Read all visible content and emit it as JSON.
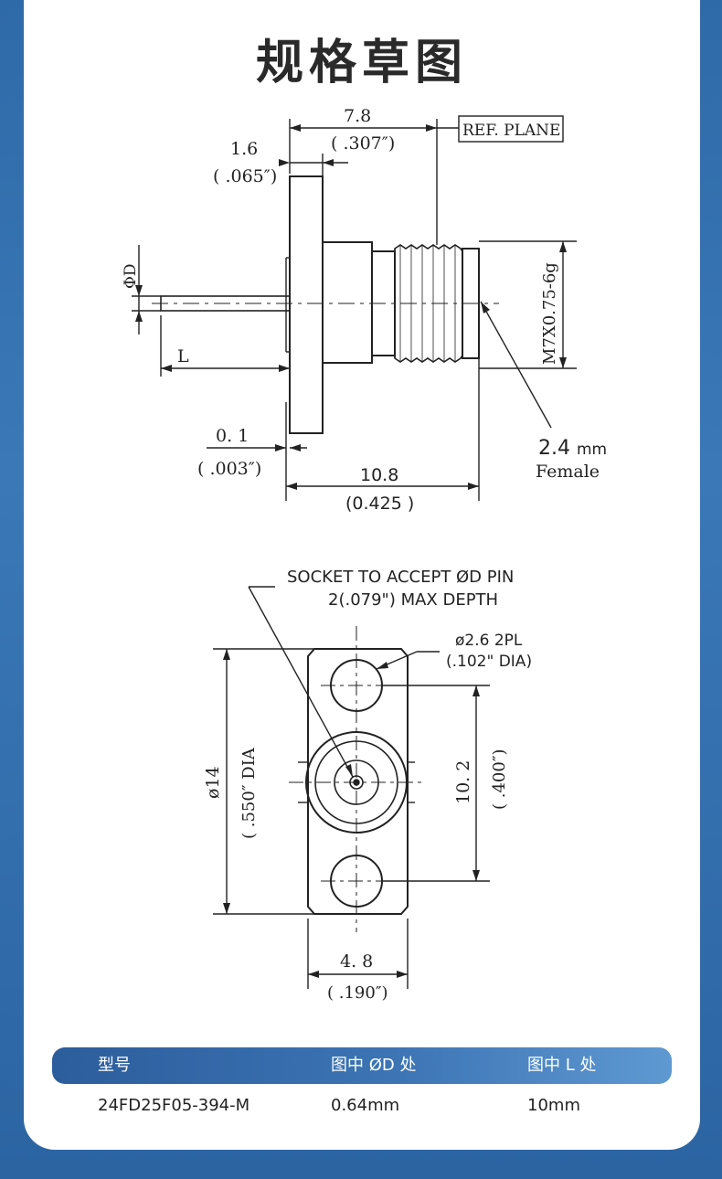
{
  "title": "规格草图",
  "drawing_top": {
    "dim_length_mm": "7.8",
    "dim_length_in": "( .307″)",
    "ref_plane": "REF. PLANE",
    "dim_flange_mm": "1.6",
    "dim_flange_in": "( .065″)",
    "label_diameter": "ΦD",
    "label_length": "L",
    "dim_gap_mm": "0. 1",
    "dim_gap_in": "( .003″)",
    "dim_overall_mm": "10.8",
    "dim_overall_in": "(0.425 )",
    "thread_spec": "M7X0.75-6g",
    "interface_size": "2.4",
    "interface_unit": "mm",
    "interface_gender": "Female"
  },
  "drawing_bottom": {
    "socket_note_line1": "SOCKET TO ACCEPT ØD PIN",
    "socket_note_line2": "2(.079\") MAX DEPTH",
    "hole_note_line1": "ø2.6 2PL",
    "hole_note_line2": "(.102\" DIA)",
    "dim_height_mm": "ø14",
    "dim_height_in": "( .550″ DIA",
    "dim_pitch_mm": "10. 2",
    "dim_pitch_in": "( .400″)",
    "dim_width_mm": "4. 8",
    "dim_width_in": "( .190″)"
  },
  "spec_table": {
    "headers": [
      "型号",
      "图中 ØD 处",
      "图中 L 处"
    ],
    "rows": [
      [
        "24FD25F05-394-M",
        "0.64mm",
        "10mm"
      ]
    ]
  }
}
